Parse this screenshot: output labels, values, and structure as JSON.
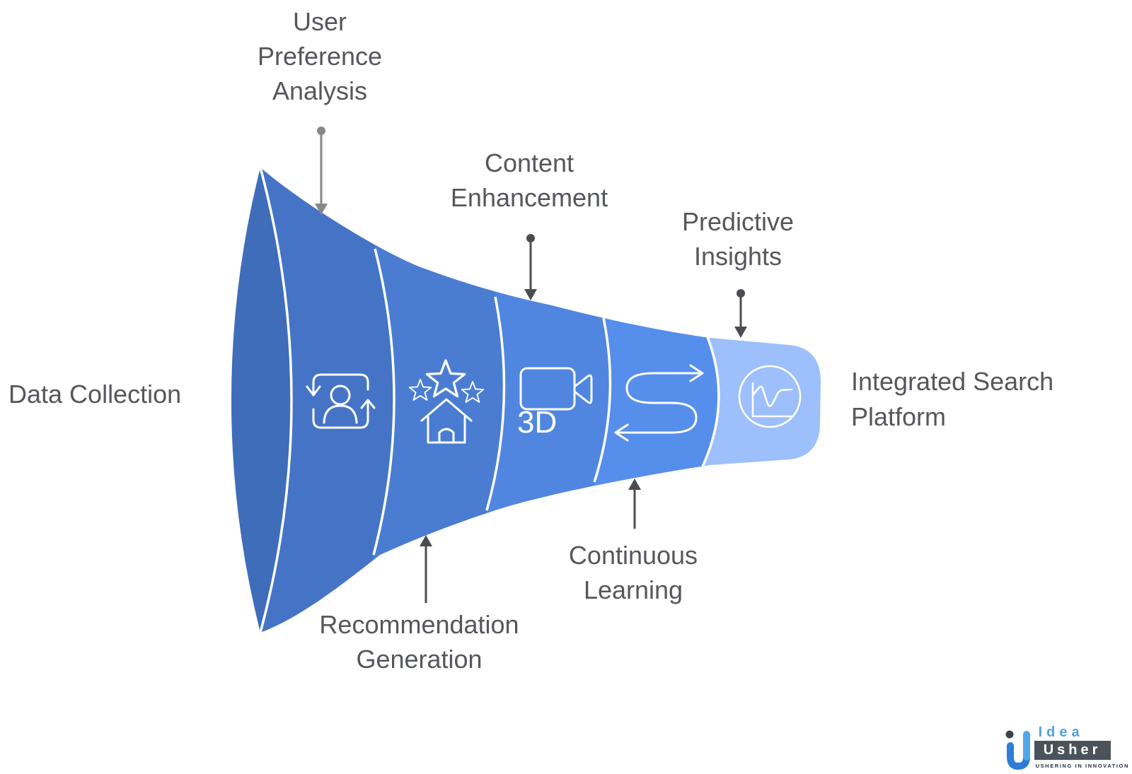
{
  "funnel": {
    "segment_colors": [
      "#3f6db9",
      "#4574c6",
      "#4a7dd2",
      "#5086e0",
      "#568eec",
      "#9dbffb"
    ],
    "divider_color": "#ffffff"
  },
  "stages": [
    {
      "label": "Data Collection",
      "icon": "none"
    },
    {
      "label": "User Preference Analysis",
      "icon": "user-sync-icon"
    },
    {
      "label": "Recommendation Generation",
      "icon": "home-stars-icon"
    },
    {
      "label": "Content Enhancement",
      "icon": "3d-video-icon"
    },
    {
      "label": "Continuous Learning",
      "icon": "s-flow-arrow-icon"
    },
    {
      "label": "Predictive Insights",
      "icon": "line-chart-circle-icon"
    },
    {
      "label": "Integrated Search Platform",
      "icon": "none"
    }
  ],
  "labels": {
    "data_collection": {
      "lines": [
        "Data Collection"
      ]
    },
    "user_preference": {
      "lines": [
        "User",
        "Preference",
        "Analysis"
      ]
    },
    "content_enhancement": {
      "lines": [
        "Content",
        "Enhancement"
      ]
    },
    "predictive_insights": {
      "lines": [
        "Predictive",
        "Insights"
      ]
    },
    "integrated_search": {
      "lines": [
        "Integrated Search",
        "Platform"
      ]
    },
    "continuous_learning": {
      "lines": [
        "Continuous",
        "Learning"
      ]
    },
    "recommendation_generation": {
      "lines": [
        "Recommendation",
        "Generation"
      ]
    }
  },
  "icon_text": {
    "three_d": "3D"
  },
  "logo": {
    "idea_text": "Idea",
    "usher_text": "Usher",
    "tagline": "USHERING IN INNOVATION",
    "idea_color": "#4fa3e3",
    "bar_color": "#4a525a",
    "mark_primary": "#2d7cd8",
    "mark_secondary": "#52a7e8",
    "mark_dot": "#39414d"
  }
}
